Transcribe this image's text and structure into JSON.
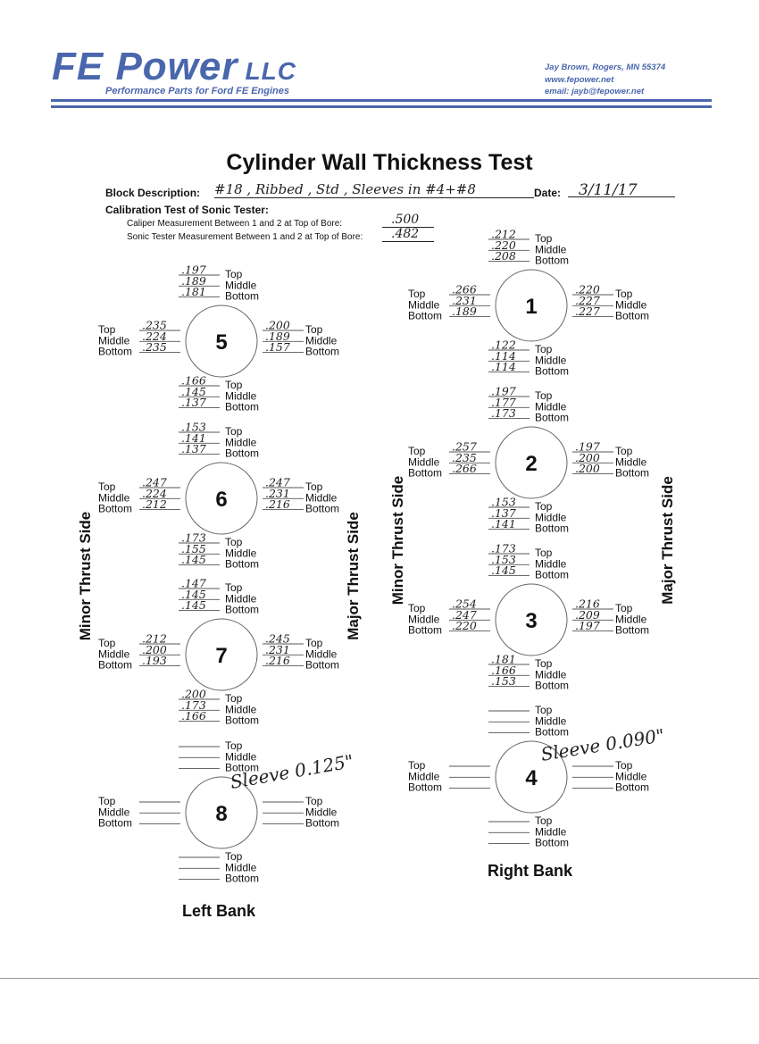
{
  "letterhead": {
    "company": "FE Power",
    "suffix": "LLC",
    "tagline": "Performance Parts for Ford FE Engines",
    "contact": [
      "Jay Brown, Rogers, MN  55374",
      "www.fepower.net",
      "email:  jayb@fepower.net"
    ],
    "brand_color": "#4a67ad"
  },
  "form": {
    "title": "Cylinder Wall Thickness Test",
    "block_label": "Block Description:",
    "block_value": "#18 , Ribbed , Std , Sleeves in #4+#8",
    "date_label": "Date:",
    "date_value": "3/11/17",
    "calibration_label": "Calibration Test of Sonic Tester:",
    "caliper_label": "Caliper Measurement Between 1 and 2 at Top of Bore:",
    "caliper_value": ".500",
    "sonic_label": "Sonic Tester Measurement Between 1 and 2 at Top of Bore:",
    "sonic_value": ".482"
  },
  "position_labels": [
    "Top",
    "Middle",
    "Bottom"
  ],
  "cylinders": [
    {
      "number": "1",
      "front": [
        ".212",
        ".220",
        ".208"
      ],
      "minor": [
        ".266",
        ".231",
        ".189"
      ],
      "major": [
        ".220",
        ".227",
        ".227"
      ],
      "rear": [
        ".122",
        ".114",
        ".114"
      ]
    },
    {
      "number": "2",
      "front": [
        ".197",
        ".177",
        ".173"
      ],
      "minor": [
        ".257",
        ".235",
        ".266"
      ],
      "major": [
        ".197",
        ".200",
        ".200"
      ],
      "rear": [
        ".153",
        ".137",
        ".141"
      ]
    },
    {
      "number": "3",
      "front": [
        ".173",
        ".153",
        ".145"
      ],
      "minor": [
        ".254",
        ".247",
        ".220"
      ],
      "major": [
        ".216",
        ".209",
        ".197"
      ],
      "rear": [
        ".181",
        ".166",
        ".153"
      ]
    },
    {
      "number": "4",
      "front": [
        "",
        "",
        ""
      ],
      "minor": [
        "",
        "",
        ""
      ],
      "major": [
        "",
        "",
        ""
      ],
      "rear": [
        "",
        "",
        ""
      ],
      "note": "Sleeve 0.090\""
    },
    {
      "number": "5",
      "front": [
        ".197",
        ".189",
        ".181"
      ],
      "minor": [
        ".235",
        ".224",
        ".235"
      ],
      "major": [
        ".200",
        ".189",
        ".157"
      ],
      "rear": [
        ".166",
        ".145",
        ".137"
      ]
    },
    {
      "number": "6",
      "front": [
        ".153",
        ".141",
        ".137"
      ],
      "minor": [
        ".247",
        ".224",
        ".212"
      ],
      "major": [
        ".247",
        ".231",
        ".216"
      ],
      "rear": [
        ".173",
        ".155",
        ".145"
      ]
    },
    {
      "number": "7",
      "front": [
        ".147",
        ".145",
        ".145"
      ],
      "minor": [
        ".212",
        ".200",
        ".193"
      ],
      "major": [
        ".245",
        ".231",
        ".216"
      ],
      "rear": [
        ".200",
        ".173",
        ".166"
      ]
    },
    {
      "number": "8",
      "front": [
        "",
        "",
        ""
      ],
      "minor": [
        "",
        "",
        ""
      ],
      "major": [
        "",
        "",
        ""
      ],
      "rear": [
        "",
        "",
        ""
      ],
      "note": "Sleeve 0.125\""
    }
  ],
  "labels": {
    "minor_thrust": "Minor Thrust Side",
    "major_thrust": "Major Thrust Side",
    "left_bank": "Left Bank",
    "right_bank": "Right Bank"
  }
}
